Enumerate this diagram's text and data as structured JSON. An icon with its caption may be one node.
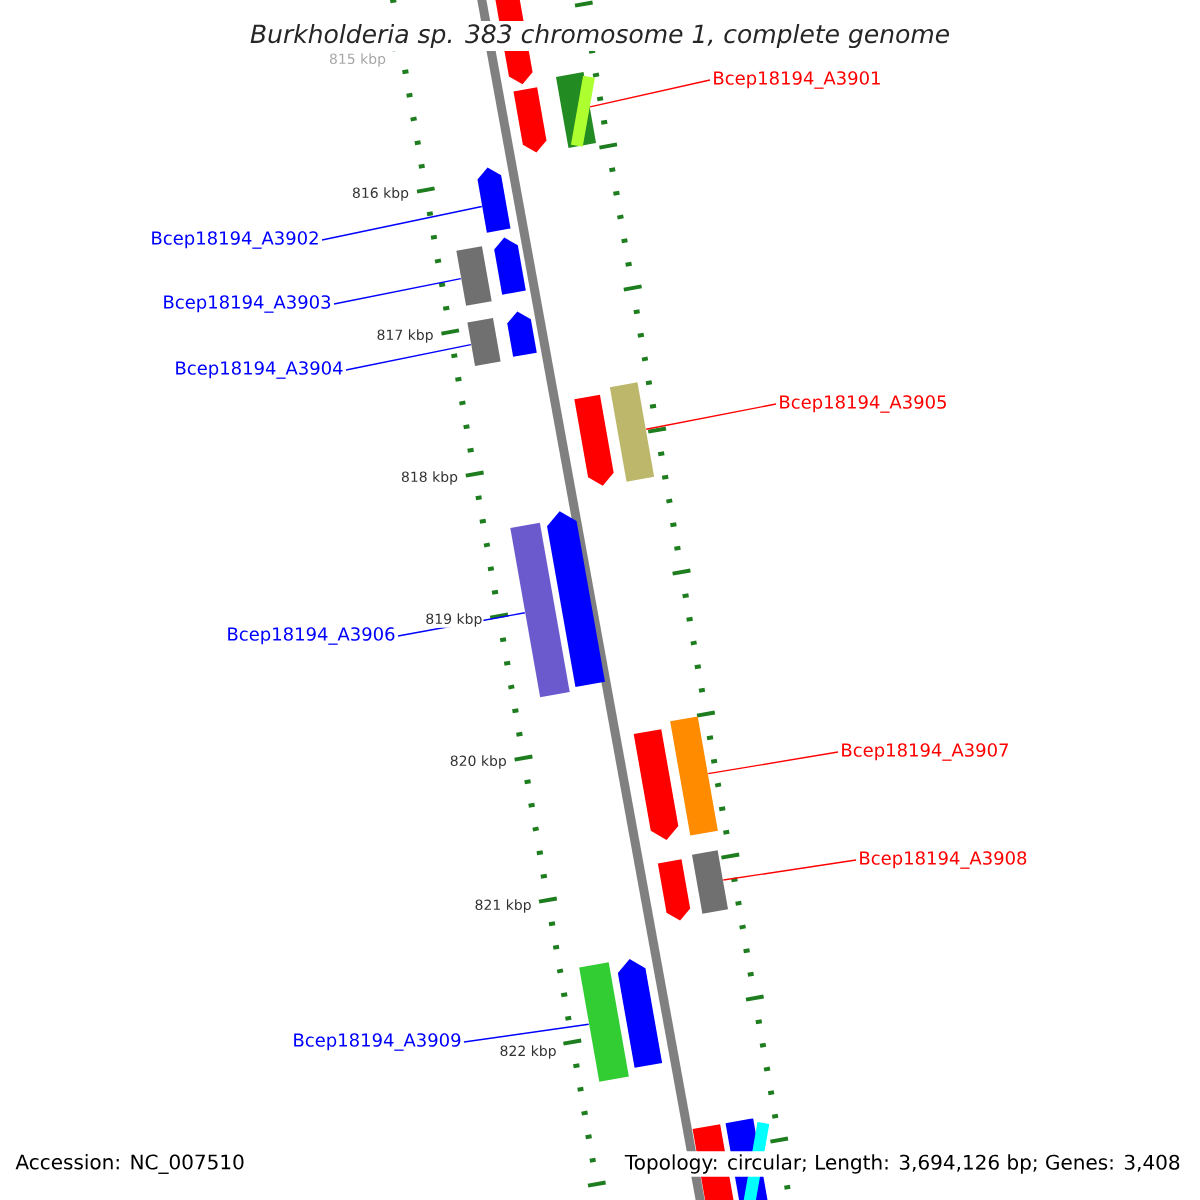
{
  "diagram": {
    "title": "Burkholderia sp. 383 chromosome 1, complete genome",
    "nodes": [
      {
        "text": [
          "Bcep18194_A3901"
        ]
      },
      {
        "text": [
          "Bcep18194_A3902"
        ]
      },
      {
        "text": [
          "Bcep18194_A3903"
        ]
      },
      {
        "text": [
          "Bcep18194_A3904"
        ]
      },
      {
        "text": [
          "Bcep18194_A3905"
        ]
      },
      {
        "text": [
          "Bcep18194_A3906"
        ]
      },
      {
        "text": [
          "Bcep18194_A3907"
        ]
      },
      {
        "text": [
          "Bcep18194_A3908"
        ]
      },
      {
        "text": [
          "Bcep18194_A3909"
        ]
      },
      {
        "text": [],
        "shape": "arrow"
      },
      {
        "text": [],
        "shape": "arrow"
      },
      {
        "text": [],
        "shape": "box"
      },
      {
        "text": [],
        "shape": "arrow"
      },
      {
        "text": [],
        "shape": "box"
      },
      {
        "text": [],
        "shape": "arrow"
      },
      {
        "text": [],
        "shape": "box"
      },
      {
        "text": [],
        "shape": "arrow"
      },
      {
        "text": [],
        "shape": "arrow"
      },
      {
        "text": [],
        "shape": "box"
      },
      {
        "text": [],
        "shape": "box"
      },
      {
        "text": [],
        "shape": "arrow"
      },
      {
        "text": [],
        "shape": "arrow"
      },
      {
        "text": [],
        "shape": "box"
      },
      {
        "text": [],
        "shape": "arrow"
      },
      {
        "text": [],
        "shape": "box"
      },
      {
        "text": [],
        "shape": "box"
      },
      {
        "text": [],
        "shape": "arrow"
      },
      {
        "text": [],
        "shape": "arrow"
      },
      {
        "text": [],
        "shape": "box"
      }
    ],
    "edges": [
      {
        "from": 0,
        "to": 11,
        "arrow": "none",
        "color": "#ff0000"
      },
      {
        "from": 1,
        "to": 12,
        "arrow": "none"
      },
      {
        "from": 2,
        "to": 13,
        "arrow": "none"
      },
      {
        "from": 3,
        "to": 15,
        "arrow": "none"
      },
      {
        "from": 4,
        "to": 18,
        "arrow": "none",
        "color": "#ff0000"
      },
      {
        "from": 5,
        "to": 19,
        "arrow": "none"
      },
      {
        "from": 6,
        "to": 22,
        "arrow": "none",
        "color": "#ff0000"
      },
      {
        "from": 7,
        "to": 24,
        "arrow": "none",
        "color": "#ff0000"
      },
      {
        "from": 8,
        "to": 25,
        "arrow": "none"
      }
    ],
    "labels": [
      "815 kbp",
      "816 kbp",
      "817 kbp",
      "818 kbp",
      "819 kbp",
      "820 kbp",
      "821 kbp",
      "822 kbp",
      "Accession: NC_007510",
      "Topology: circular; Length: 3,694,126 bp; Genes: 3,408"
    ]
  }
}
